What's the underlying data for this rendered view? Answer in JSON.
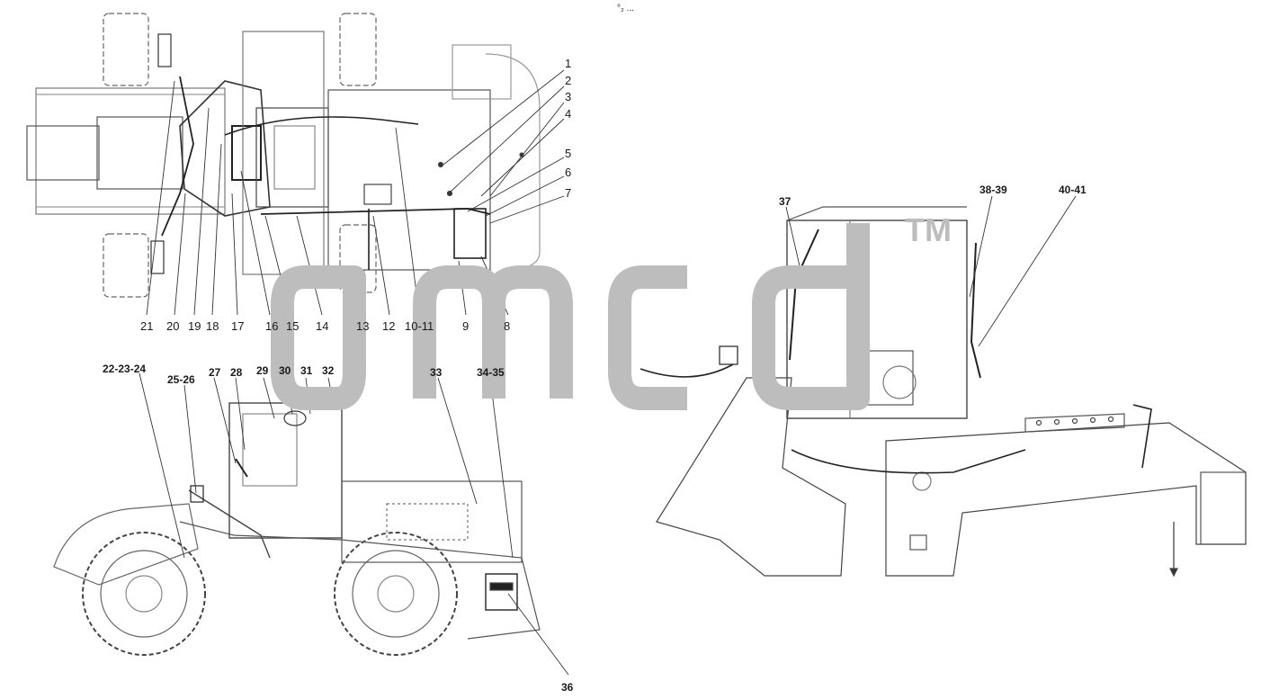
{
  "header_mark": "°₂ ...",
  "watermark": {
    "text": "omcd",
    "tm": "TM"
  },
  "top_view_labels": [
    "1",
    "2",
    "3",
    "4",
    "5",
    "6",
    "7",
    "8",
    "9",
    "10-11",
    "12",
    "13",
    "14",
    "15",
    "16",
    "17",
    "18",
    "19",
    "20",
    "21"
  ],
  "side_view_labels": [
    "22-23-24",
    "25-26",
    "27",
    "28",
    "29",
    "30",
    "31",
    "32",
    "33",
    "34-35",
    "36"
  ],
  "frame_view_labels": [
    "37",
    "38-39",
    "40-41"
  ]
}
